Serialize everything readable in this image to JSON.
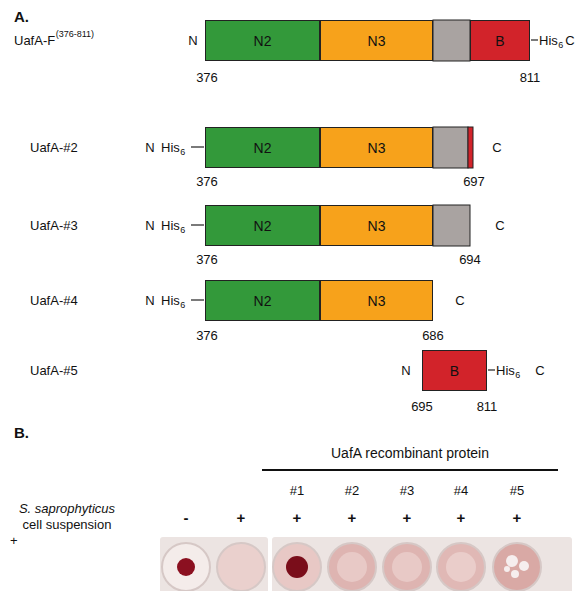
{
  "diagram": {
    "nodes": [
      {
        "text": [
          "N2"
        ]
      },
      {
        "text": [
          "N3"
        ]
      },
      {
        "text": [
          "B"
        ]
      },
      {
        "text": [
          "N2"
        ]
      },
      {
        "text": [
          "N3"
        ]
      },
      {
        "text": [
          "N2"
        ]
      },
      {
        "text": [
          "N3"
        ]
      },
      {
        "text": [
          "N2"
        ]
      },
      {
        "text": [
          "N3"
        ]
      },
      {
        "text": [
          "B"
        ]
      }
    ],
    "labels": [
      "A.",
      "UafA-F",
      "(376-811)",
      "N",
      "His",
      "6",
      "C",
      "376",
      "811",
      "UafA-#2",
      "N",
      "His",
      "6",
      "C",
      "376",
      "697",
      "UafA-#3",
      "N",
      "His",
      "6",
      "C",
      "376",
      "694",
      "UafA-#4",
      "N",
      "His",
      "6",
      "C",
      "376",
      "686",
      "UafA-#5",
      "N",
      "His",
      "6",
      "C",
      "695",
      "811",
      "B.",
      "UafA recombinant protein",
      "#1",
      "#2",
      "#3",
      "#4",
      "#5",
      "S. saprophyticus",
      "cell suspension",
      "-",
      "+",
      "+",
      "+",
      "+",
      "+",
      "+",
      "+"
    ]
  }
}
